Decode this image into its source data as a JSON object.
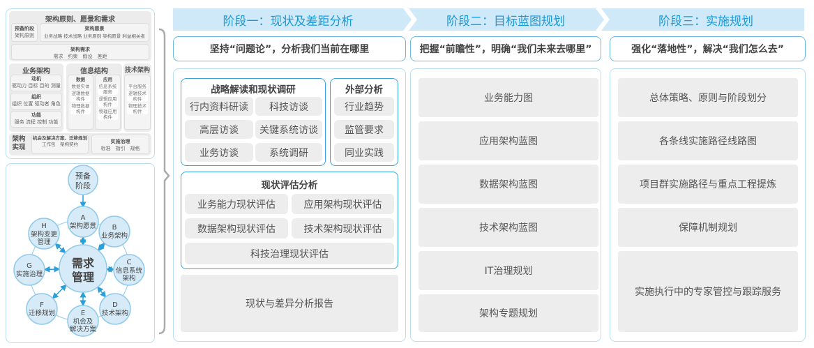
{
  "framework": {
    "title": "架构原则、愿景和需求",
    "prelim": {
      "title": "预备阶段",
      "items": "架构原则"
    },
    "vision": {
      "title": "架构愿景",
      "items": "业务战略 技术战略 业务原则 架构愿景 利益相关者"
    },
    "requirements": {
      "title": "架构需求",
      "items": "需求　约束　假设　差距"
    },
    "business": {
      "title": "业务架构",
      "groups": [
        {
          "title": "动机",
          "items": "驱动力 目标 目的 测量"
        },
        {
          "title": "组织",
          "items": "组织 位置 驱动者 角色"
        },
        {
          "title": "功能",
          "items": "服务 流程 控制 功能"
        }
      ]
    },
    "info": {
      "title": "信息结构",
      "data": {
        "title": "数据",
        "items": [
          "数据实体",
          "逻辑数据构件",
          "物理数据构件"
        ]
      },
      "app": {
        "title": "应用",
        "items": [
          "信息系统服务",
          "逻辑应用构件",
          "物理应用构件"
        ]
      }
    },
    "tech": {
      "title": "技术架构",
      "items": [
        "平台服务",
        "逻辑技术构件",
        "物理技术构件"
      ]
    },
    "realization": {
      "title": "架构实现",
      "opp": {
        "title": "机会及解决方案、迁移规划",
        "items": "工作包　架构契约"
      },
      "gov": {
        "title": "实施治理",
        "items": "标准　指引　规格"
      }
    }
  },
  "cycle": {
    "prelim": [
      "预备",
      "阶段"
    ],
    "center": [
      "需求",
      "管理"
    ],
    "nodes": [
      {
        "letter": "A",
        "lines": [
          "架构愿景"
        ]
      },
      {
        "letter": "B",
        "lines": [
          "业务架构"
        ]
      },
      {
        "letter": "C",
        "lines": [
          "信息系统",
          "架构"
        ]
      },
      {
        "letter": "D",
        "lines": [
          "技术架构"
        ]
      },
      {
        "letter": "E",
        "lines": [
          "机会及",
          "解决方案"
        ]
      },
      {
        "letter": "F",
        "lines": [
          "迁移规划"
        ]
      },
      {
        "letter": "G",
        "lines": [
          "实施治理"
        ]
      },
      {
        "letter": "H",
        "lines": [
          "架构变更",
          "管理"
        ]
      }
    ]
  },
  "stages": [
    {
      "title": "阶段一：现状及差距分析",
      "subtitle": "坚持“问题论”，分析我们当前在哪里"
    },
    {
      "title": "阶段二：目标蓝图规划",
      "subtitle": "把握“前瞻性”，明确“我们未来去哪里”"
    },
    {
      "title": "阶段三：实施规划",
      "subtitle": "强化“落地性”，解决“我们怎么去”"
    }
  ],
  "stage1": {
    "strategy": {
      "title": "战略解读和现状调研",
      "items": [
        "行内资料研读",
        "科技访谈",
        "高层访谈",
        "关键系统访谈",
        "业务访谈",
        "系统调研"
      ]
    },
    "external": {
      "title": "外部分析",
      "items": [
        "行业趋势",
        "监管要求",
        "同业实践"
      ]
    },
    "assessment": {
      "title": "现状评估分析",
      "items": [
        "业务能力现状评估",
        "应用架构现状评估",
        "数据架构现状评估",
        "技术架构现状评估",
        "科技治理现状评估"
      ]
    },
    "report": "现状与差异分析报告"
  },
  "stage2": {
    "items": [
      "业务能力图",
      "应用架构蓝图",
      "数据架构蓝图",
      "技术架构蓝图",
      "IT治理规划",
      "架构专题规划"
    ]
  },
  "stage3": {
    "items": [
      "总体策略、原则与阶段划分",
      "各条线实施路径线路图",
      "项目群实施路径与重点工程提炼",
      "保障机制规划",
      "实施执行中的专家管控与跟踪服务"
    ]
  },
  "colors": {
    "accent": "#1b9ad8",
    "header_bg": "#cfe9f8",
    "border": "#3aa3da",
    "cell": "#ededed"
  }
}
